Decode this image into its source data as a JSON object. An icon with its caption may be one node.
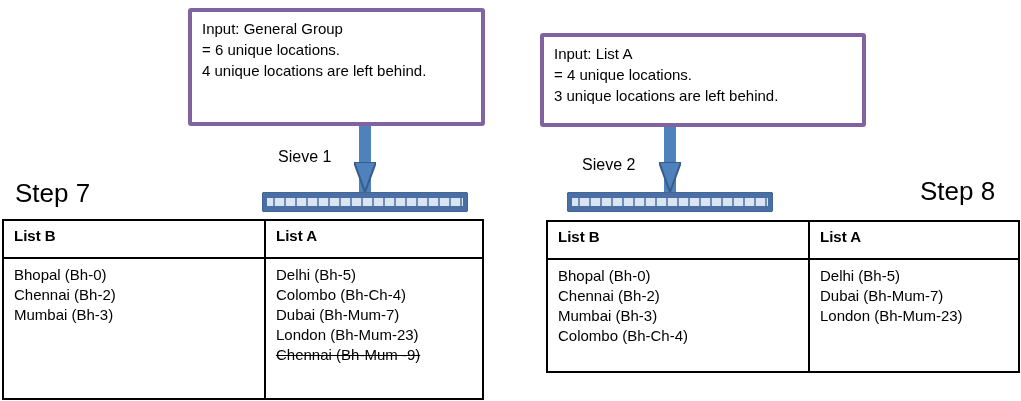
{
  "diagram": {
    "nodes": [
      {
        "text": [
          "Input: General Group",
          "= 6 unique locations.",
          "4 unique locations are left behind."
        ]
      },
      {
        "text": [],
        "shape": "bar",
        "beside": [
          "Sieve 1"
        ]
      },
      {
        "text": [
          "Input: List A",
          "= 4 unique locations.",
          "3 unique locations are left behind."
        ]
      },
      {
        "text": [],
        "shape": "bar",
        "beside": [
          "Sieve 2"
        ]
      }
    ],
    "edges": [
      {
        "from": 0,
        "to": 1,
        "arrow": "to"
      },
      {
        "from": 2,
        "to": 3,
        "arrow": "to"
      }
    ],
    "labels": [
      "Step 7",
      "Step 8",
      "List B",
      "List A",
      "Bhopal (Bh-0)",
      "Chennai (Bh-2)",
      "Mumbai (Bh-3)",
      "Delhi (Bh-5)",
      "Colombo (Bh-Ch-4)",
      "Dubai (Bh-Mum-7)",
      "London (Bh-Mum-23)",
      "Chennai (Bh-Mum -9)",
      "List B",
      "List A",
      "Bhopal (Bh-0)",
      "Chennai (Bh-2)",
      "Mumbai (Bh-3)",
      "Colombo (Bh-Ch-4)",
      "Delhi (Bh-5)",
      "Dubai (Bh-Mum-7)",
      "London (Bh-Mum-23)"
    ]
  }
}
